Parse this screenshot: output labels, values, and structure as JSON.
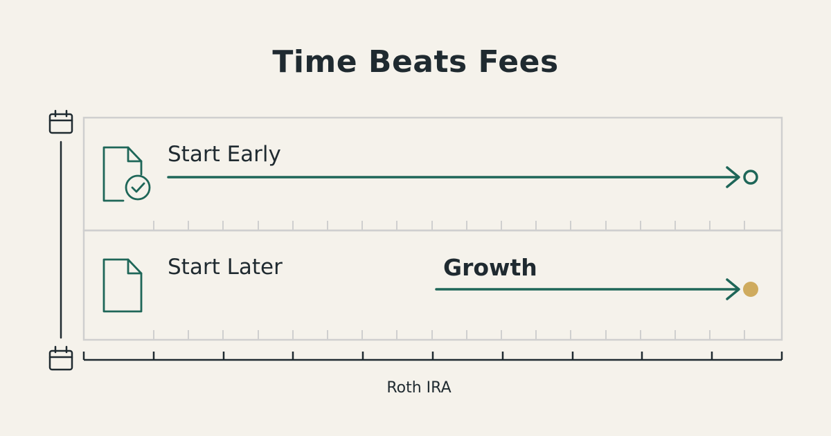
{
  "title": "Time Beats Fees",
  "rows": [
    {
      "label": "Start Early",
      "icon": "document-check-icon",
      "arrow_start": 0,
      "end_marker": "hollow"
    },
    {
      "label": "Start Later",
      "icon": "document-icon",
      "arrow_start": 0.4,
      "end_marker": "filled"
    }
  ],
  "growth_label": "Growth",
  "axis_label": "Roth IRA",
  "colors": {
    "background": "#f5f2eb",
    "text": "#1f2a30",
    "accent": "#1e6658",
    "gold": "#cfab5e",
    "panel_border": "#cfcfcf"
  }
}
